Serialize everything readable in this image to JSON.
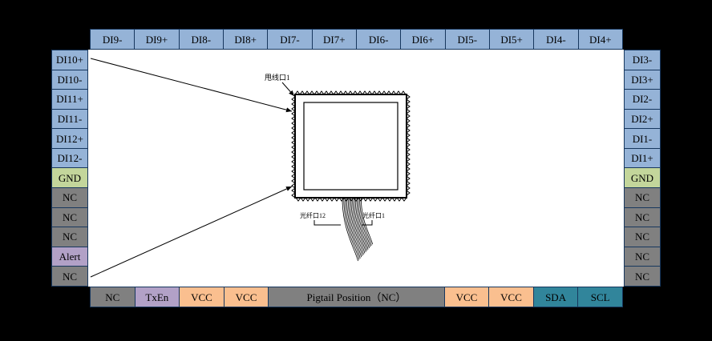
{
  "colors": {
    "background": "#000000",
    "panel": "#ffffff",
    "cell_border": "#17375E",
    "blue": "#95B3D7",
    "green": "#C3D69B",
    "gray": "#808080",
    "purple": "#B2A1C7",
    "orange": "#FABF8F",
    "teal": "#31859B",
    "text": "#000000",
    "line": "#000000"
  },
  "pins": {
    "top": [
      {
        "label": "DI9-",
        "type": "blue"
      },
      {
        "label": "DI9+",
        "type": "blue"
      },
      {
        "label": "DI8-",
        "type": "blue"
      },
      {
        "label": "DI8+",
        "type": "blue"
      },
      {
        "label": "DI7-",
        "type": "blue"
      },
      {
        "label": "DI7+",
        "type": "blue"
      },
      {
        "label": "DI6-",
        "type": "blue"
      },
      {
        "label": "DI6+",
        "type": "blue"
      },
      {
        "label": "DI5-",
        "type": "blue"
      },
      {
        "label": "DI5+",
        "type": "blue"
      },
      {
        "label": "DI4-",
        "type": "blue"
      },
      {
        "label": "DI4+",
        "type": "blue"
      }
    ],
    "left": [
      {
        "label": "DI10+",
        "type": "blue"
      },
      {
        "label": "DI10-",
        "type": "blue"
      },
      {
        "label": "DI11+",
        "type": "blue"
      },
      {
        "label": "DI11-",
        "type": "blue"
      },
      {
        "label": "DI12+",
        "type": "blue"
      },
      {
        "label": "DI12-",
        "type": "blue"
      },
      {
        "label": "GND",
        "type": "green"
      },
      {
        "label": "NC",
        "type": "gray"
      },
      {
        "label": "NC",
        "type": "gray"
      },
      {
        "label": "NC",
        "type": "gray"
      },
      {
        "label": "Alert",
        "type": "purple"
      },
      {
        "label": "NC",
        "type": "gray"
      }
    ],
    "right": [
      {
        "label": "DI3-",
        "type": "blue"
      },
      {
        "label": "DI3+",
        "type": "blue"
      },
      {
        "label": "DI2-",
        "type": "blue"
      },
      {
        "label": "DI2+",
        "type": "blue"
      },
      {
        "label": "DI1-",
        "type": "blue"
      },
      {
        "label": "DI1+",
        "type": "blue"
      },
      {
        "label": "GND",
        "type": "green"
      },
      {
        "label": "NC",
        "type": "gray"
      },
      {
        "label": "NC",
        "type": "gray"
      },
      {
        "label": "NC",
        "type": "gray"
      },
      {
        "label": "NC",
        "type": "gray"
      },
      {
        "label": "NC",
        "type": "gray"
      }
    ],
    "bottom": [
      {
        "label": "NC",
        "type": "gray",
        "span": 1
      },
      {
        "label": "TxEn",
        "type": "purple",
        "span": 1
      },
      {
        "label": "VCC",
        "type": "orange",
        "span": 1
      },
      {
        "label": "VCC",
        "type": "orange",
        "span": 1
      },
      {
        "label": "Pigtail Position（NC）",
        "type": "gray",
        "span": 4
      },
      {
        "label": "VCC",
        "type": "orange",
        "span": 1
      },
      {
        "label": "VCC",
        "type": "orange",
        "span": 1
      },
      {
        "label": "SDA",
        "type": "teal",
        "span": 1
      },
      {
        "label": "SCL",
        "type": "teal",
        "span": 1
      }
    ]
  },
  "diagram": {
    "module_label": "甩线口1",
    "fiber_left_label": "光纤口12",
    "fiber_right_label": "光纤口1"
  }
}
